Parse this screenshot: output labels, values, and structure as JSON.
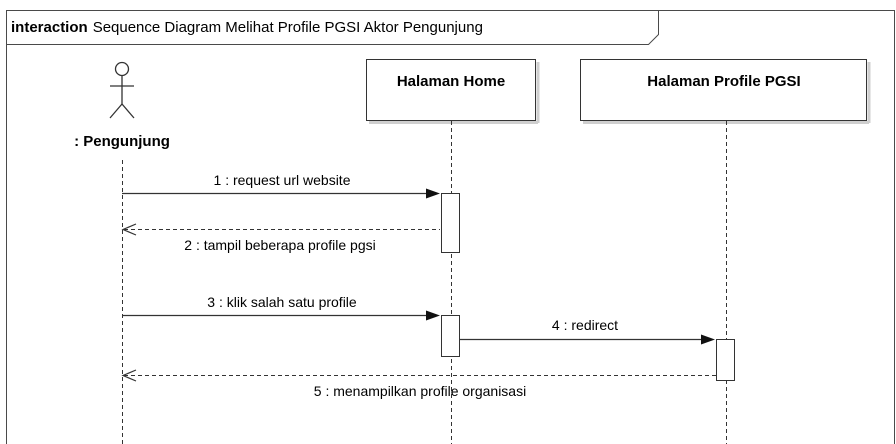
{
  "frame": {
    "keyword": "interaction",
    "title": "Sequence Diagram Melihat Profile PGSI Aktor Pengunjung"
  },
  "actor": {
    "name": ": Pengunjung"
  },
  "lifelines": [
    {
      "name": "Halaman Home"
    },
    {
      "name": "Halaman Profile PGSI"
    }
  ],
  "messages": [
    {
      "label": "1 : request url website",
      "kind": "sync"
    },
    {
      "label": "2 : tampil beberapa profile pgsi",
      "kind": "reply"
    },
    {
      "label": "3 : klik salah satu profile",
      "kind": "sync"
    },
    {
      "label": "4 : redirect",
      "kind": "sync"
    },
    {
      "label": "5 : menampilkan profile organisasi",
      "kind": "reply"
    }
  ],
  "colors": {
    "line": "#4a4a4a",
    "fill": "#ffffff",
    "text": "#111111"
  }
}
